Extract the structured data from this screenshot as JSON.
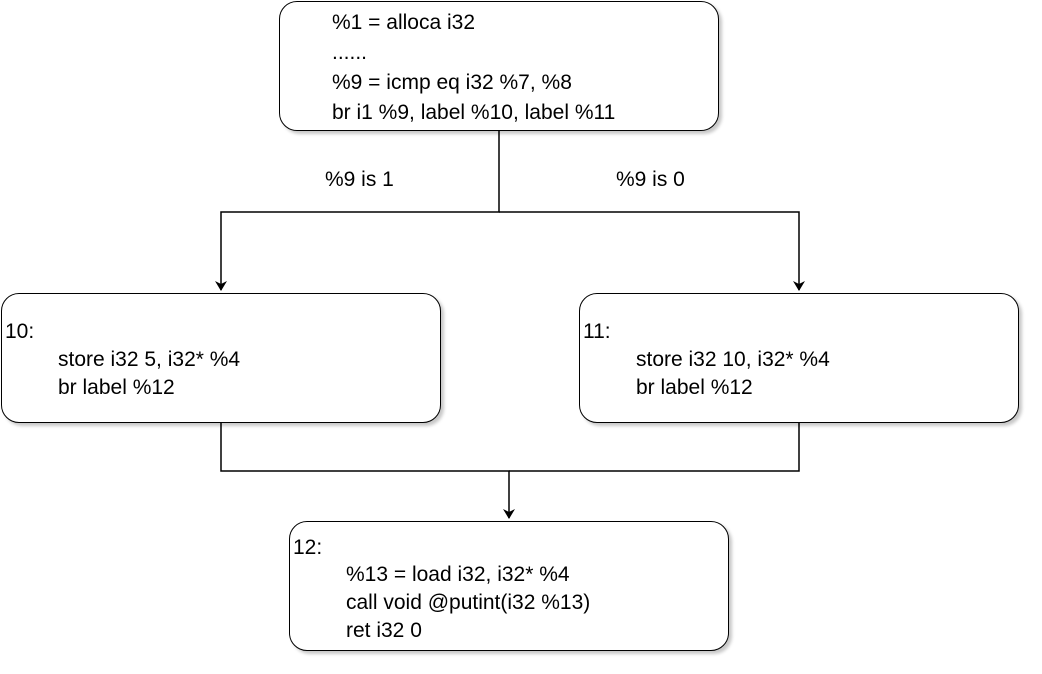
{
  "nodes": {
    "entry": {
      "lines": [
        "%1 = alloca i32",
        "......",
        "%9 = icmp eq i32  %7, %8",
        "br i1 %9, label %10, label %11"
      ]
    },
    "block10": {
      "title": "10:",
      "lines": [
        "store i32 5, i32* %4",
        "br label %12"
      ]
    },
    "block11": {
      "title": "11:",
      "lines": [
        "store i32 10, i32* %4",
        "br label %12"
      ]
    },
    "block12": {
      "title": "12:",
      "lines": [
        "%13 = load i32, i32* %4",
        "call void @putint(i32 %13)",
        "ret i32 0"
      ]
    }
  },
  "edges": {
    "true_label": "%9 is 1",
    "false_label": "%9 is 0"
  }
}
